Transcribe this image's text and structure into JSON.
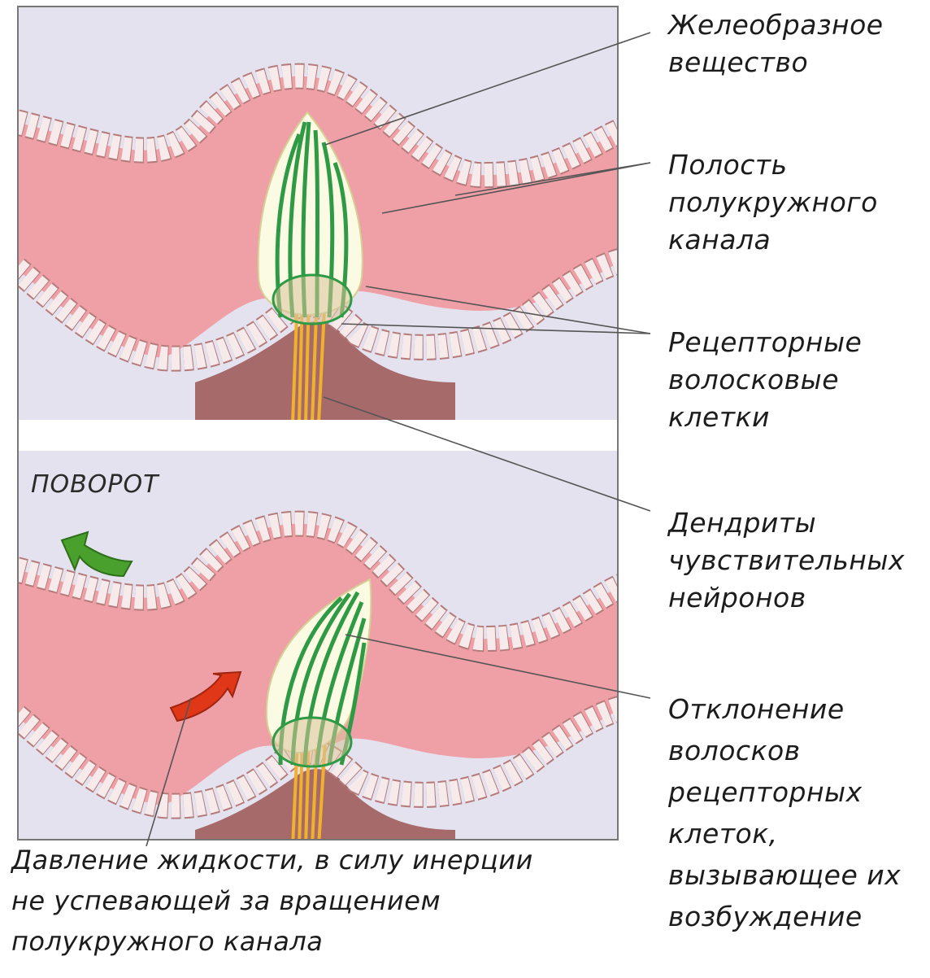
{
  "labels": {
    "gel": "Желеобразное\nвещество",
    "cavity": "Полость\nполукружного\nканала",
    "receptor": "Рецепторные\nволосковые\nклетки",
    "dendrites": "Дендриты\nчувствительных\nнейронов",
    "deflection": "Отклонение\nволосков\nрецепторных\nклеток,\nвызывающее их\nвозбуждение",
    "pressure": "Давление жидкости, в силу инерции\nне успевающей за вращением\nполукружного канала"
  },
  "panel_label": "ПОВОРОТ",
  "colors": {
    "background": "#e4e2ef",
    "canal_fluid": "#ef9fa6",
    "cell": "#f6eaea",
    "cell_border": "#b57b7b",
    "tissue": "#a66a6a",
    "gel": "#fbfae2",
    "hair_green": "#2f9a45",
    "dendrite_yellow": "#f0b22c",
    "arrow_green": "#4aa02c",
    "arrow_red": "#e03718",
    "leader_line": "#555555"
  },
  "icons": [
    "rotation-arrow-icon",
    "fluid-pressure-arrow-icon"
  ]
}
